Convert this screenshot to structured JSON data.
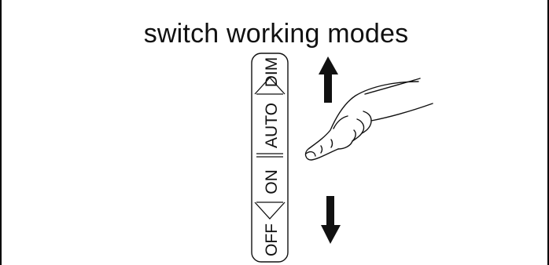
{
  "title": "switch working modes",
  "switch": {
    "modes": [
      {
        "key": "dim",
        "label": "DIM"
      },
      {
        "key": "auto",
        "label": "AUTO"
      },
      {
        "key": "on",
        "label": "ON"
      },
      {
        "key": "off",
        "label": "OFF"
      }
    ],
    "up_arrow_icon": "arrow-up-icon",
    "down_arrow_icon": "arrow-down-icon",
    "hand_icon": "pointing-hand-icon"
  },
  "colors": {
    "ink": "#111111",
    "background": "#ffffff",
    "frame": "#000000"
  }
}
